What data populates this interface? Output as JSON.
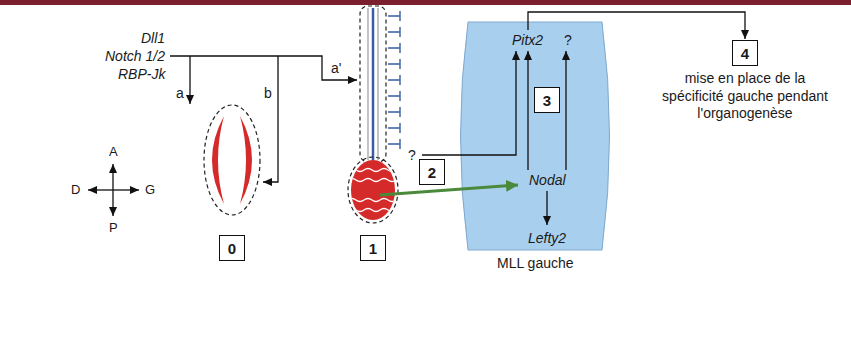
{
  "diagram": {
    "nodes": [
      {
        "text": [
          "0"
        ]
      },
      {
        "text": [
          "1"
        ]
      },
      {
        "text": [
          "2"
        ]
      },
      {
        "text": [
          "MLL gauche"
        ]
      },
      {
        "text": [
          "3"
        ],
        "in": 3
      },
      {
        "text": [
          "4"
        ]
      }
    ],
    "labels": [
      "Dll1",
      "Notch 1/2",
      "RBP-Jk",
      "a",
      "b",
      "a'",
      "A",
      "P",
      "D",
      "G",
      "?",
      "Pitx2",
      "?",
      "Nodal",
      "Lefty2",
      "mise en place de la spécificité gauche pendant l'organogenèse"
    ]
  }
}
